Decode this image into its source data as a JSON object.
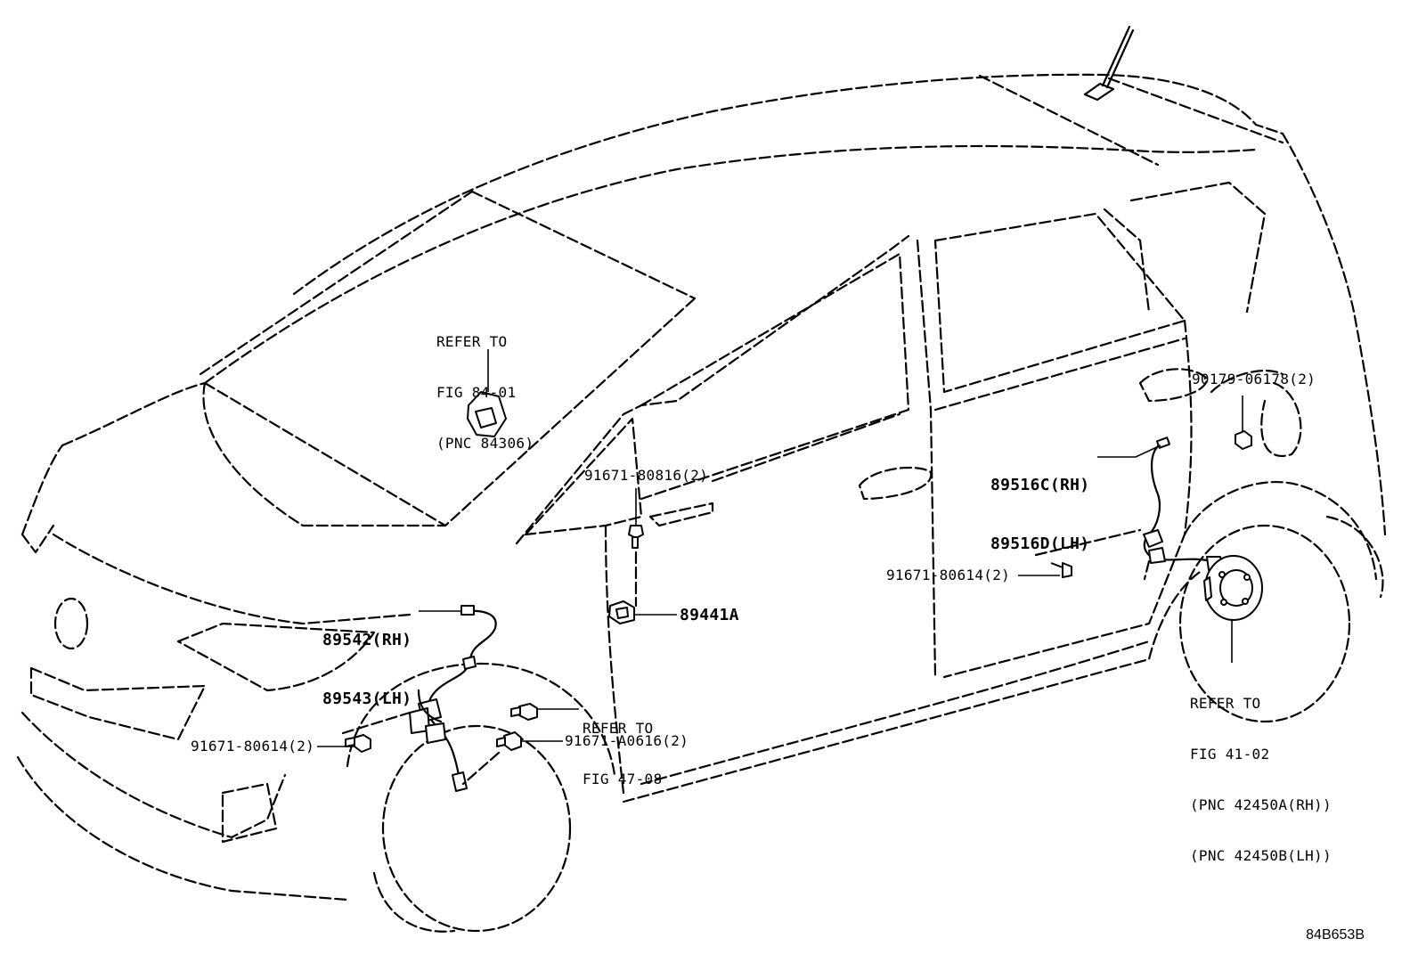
{
  "diagram": {
    "callouts": {
      "refer_84_01": {
        "line1": "REFER TO",
        "line2": "FIG 84-01",
        "line3": "(PNC 84306)"
      },
      "part_90179": {
        "text": "90179-06178(2)"
      },
      "part_89516": {
        "line1": "89516C(RH)",
        "line2": "89516D(LH)"
      },
      "part_91671_80816": {
        "text": "91671-80816(2)"
      },
      "part_91671_80614_rear": {
        "text": "91671-80614(2)"
      },
      "part_89542": {
        "line1": "89542(RH)",
        "line2": "89543(LH)"
      },
      "part_89441A": {
        "text": "89441A"
      },
      "refer_47_08": {
        "line1": "REFER TO",
        "line2": "FIG 47-08"
      },
      "part_91671_80614_front": {
        "text": "91671-80614(2)"
      },
      "part_91671_A0616": {
        "text": "91671-A0616(2)"
      },
      "refer_41_02": {
        "line1": "REFER TO",
        "line2": "FIG 41-02",
        "line3": "(PNC 42450A(RH))",
        "line4": "(PNC 42450B(LH))"
      }
    },
    "figure_code": "84B653B"
  }
}
